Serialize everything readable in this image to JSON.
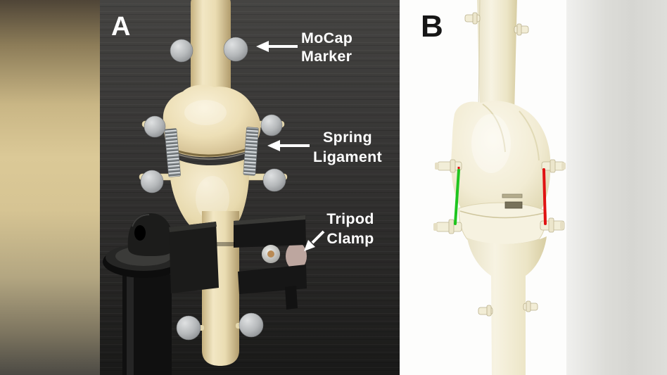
{
  "figure": {
    "panels": {
      "a": {
        "letter": "A",
        "annotations": {
          "mocap": {
            "line1": "MoCap",
            "line2": "Marker"
          },
          "spring": {
            "line1": "Spring",
            "line2": "Ligament"
          },
          "tripod": {
            "line1": "Tripod",
            "line2": "Clamp"
          }
        }
      },
      "b": {
        "letter": "B"
      }
    },
    "colors": {
      "photo_background": "#333231",
      "bone_cream": "#eee0b4",
      "marker_gray": "#b7babc",
      "spring_silver": "#9aa0a3",
      "hardware_black": "#161616",
      "annotation_white": "#ffffff",
      "render_bone": "#f3efda",
      "render_shade": "#d9d1a8",
      "ligament_green": "#1fc51f",
      "ligament_red": "#e01212",
      "panel_b_background": "#fdfdfc",
      "blur_band_left": "#d6c493",
      "blur_band_right": "#dadad6"
    }
  }
}
